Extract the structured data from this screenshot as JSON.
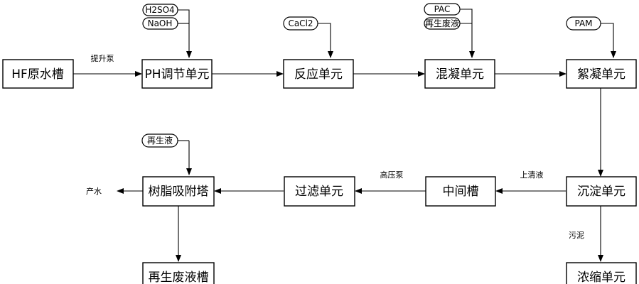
{
  "units": {
    "hf_tank": "HF原水槽",
    "ph_adjust": "PH调节单元",
    "reaction": "反应单元",
    "coagulation": "混凝单元",
    "flocculation": "絮凝单元",
    "sedimentation": "沉淀单元",
    "intermediate_tank": "中间槽",
    "filtration": "过滤单元",
    "resin_tower": "树脂吸附塔",
    "regen_waste_tank": "再生废液槽",
    "thickening": "浓缩单元"
  },
  "chemicals": {
    "h2so4": "H2SO4",
    "naoh": "NaOH",
    "cacl2": "CaCl2",
    "pac": "PAC",
    "regen_waste": "再生废液",
    "pam": "PAM",
    "regen_liquid": "再生液"
  },
  "labels": {
    "lift_pump": "提升泵",
    "supernatant": "上清液",
    "high_pressure_pump": "高压泵",
    "product_water": "产水",
    "sludge": "污泥"
  }
}
